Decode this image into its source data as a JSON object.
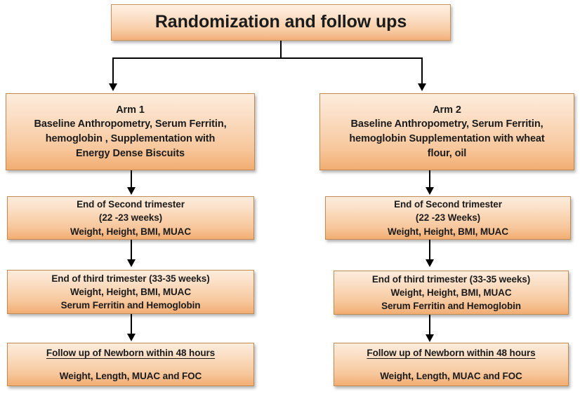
{
  "title": {
    "text": "Randomization and follow ups"
  },
  "arms": [
    {
      "id": "arm1",
      "header": "Arm 1",
      "baseline_lines": [
        "Baseline Anthropometry,  Serum Ferritin,",
        "hemoglobin  , Supplementation  with",
        "Energy Dense  Biscuits"
      ],
      "second_trimester": [
        "End of Second trimester",
        "(22 -23 weeks)",
        "Weight, Height, BMI, MUAC"
      ],
      "third_trimester": [
        "End of third trimester (33-35 weeks)",
        "Weight, Height, BMI, MUAC",
        "Serum Ferritin and Hemoglobin"
      ],
      "newborn_title": "Follow up of Newborn within 48 hours",
      "newborn_measures": "Weight, Length, MUAC and FOC"
    },
    {
      "id": "arm2",
      "header": "Arm 2",
      "baseline_lines": [
        "Baseline Anthropometry,  Serum Ferritin,",
        "hemoglobin  Supplementation  with wheat",
        "flour, oil"
      ],
      "second_trimester": [
        "End of Second trimester",
        "(22 -23 Weeks)",
        "Weight, Height, BMI, MUAC"
      ],
      "third_trimester": [
        "End of third trimester (33-35 weeks)",
        "Weight, Height, BMI, MUAC",
        "Serum Ferritin and Hemoglobin"
      ],
      "newborn_title": "Follow up of Newborn within 48 hours",
      "newborn_measures": "Weight, Length, MUAC and FOC"
    }
  ],
  "colors": {
    "box_fill_top": "#fcecdc",
    "box_fill_bottom": "#f2ad72",
    "box_border": "#c08a52",
    "connector": "#000000",
    "text": "#1b1b1b",
    "background": "#ffffff"
  }
}
